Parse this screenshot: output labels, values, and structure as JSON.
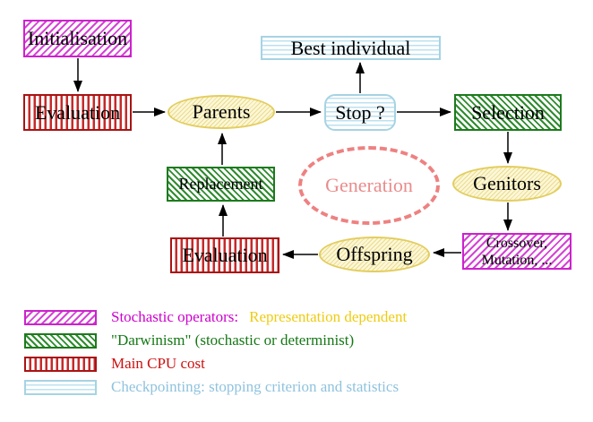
{
  "nodes": {
    "initialisation": "Initialisation",
    "evaluation_top": "Evaluation",
    "parents": "Parents",
    "best_individual": "Best individual",
    "stop": "Stop ?",
    "selection": "Selection",
    "genitors": "Genitors",
    "crossover_line1": "Crossover,",
    "crossover_line2": "Mutation, ...",
    "offspring": "Offspring",
    "evaluation_bottom": "Evaluation",
    "replacement": "Replacement",
    "generation": "Generation"
  },
  "legend": {
    "items": [
      {
        "swatch": "magenta-diagonal-hatch",
        "label": "Stochastic operators:",
        "label2": "Representation dependent",
        "label_color": "#cc00cc",
        "label2_color": "#eecc11"
      },
      {
        "swatch": "green-diagonal-hatch",
        "label": "\"Darwinism\" (stochastic or determinist)",
        "label_color": "#157815"
      },
      {
        "swatch": "red-vertical-stripes",
        "label": "Main CPU cost",
        "label_color": "#cc1111"
      },
      {
        "swatch": "cyan-horizontal-stripes",
        "label": "Checkpointing: stopping criterion and statistics",
        "label_color": "#8fc3de"
      }
    ]
  },
  "palette": {
    "magenta_border": "#cc22cc",
    "green_border": "#1d7a1d",
    "red_border": "#a81414",
    "cyan_border": "#a6d3e4",
    "yellow_border": "#e3cd5e",
    "generation_dash": "#ee8181",
    "arrow": "#000000",
    "background": "#ffffff"
  }
}
